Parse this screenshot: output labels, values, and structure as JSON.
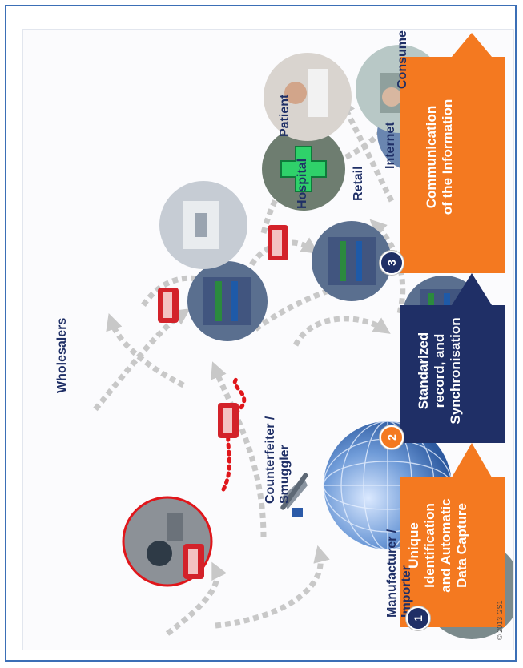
{
  "actors": {
    "manufacturer": "Manufacturer /\nImporter",
    "wholesalers": "Wholesalers",
    "internet": "Internet",
    "retail": "Retail",
    "hospital": "Hospital",
    "consumer": "Consumer",
    "patient": "Patient",
    "counterfeiter": "Counterfeiter /\nSmuggler"
  },
  "steps": [
    {
      "number": "1",
      "label": "Unique\nIdentification\nand Automatic\nData Capture",
      "color": "#f47920"
    },
    {
      "number": "2",
      "label": "Standarized\nrecord, and\nSynchronisation",
      "color": "#1f2f66"
    },
    {
      "number": "3",
      "label": "Communication\nof the Information",
      "color": "#f47920"
    }
  ],
  "copyright": "© 2013 GS1",
  "colors": {
    "orange": "#f47920",
    "navy": "#1f2f66",
    "red_path": "#e0161b",
    "arrow_grey": "#c8c8c8",
    "frame": "#3b6fb6"
  }
}
